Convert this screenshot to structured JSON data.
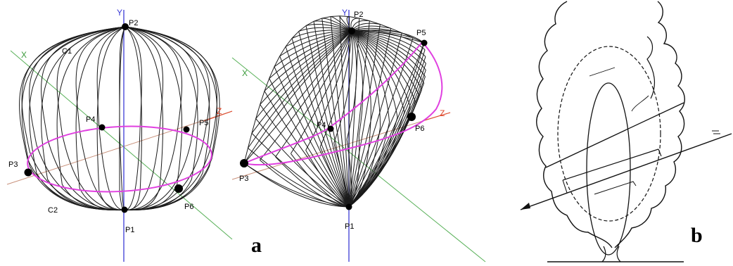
{
  "figure": {
    "panel_a": {
      "label": "a",
      "left_shape": {
        "axes": {
          "y": "Y",
          "x": "X",
          "z": "Z"
        },
        "points": {
          "p1": "P1",
          "p2": "P2",
          "p3": "P3",
          "p4": "P4",
          "p5": "P5",
          "p6": "P6"
        },
        "curves": {
          "c1": "C1",
          "c2": "C2"
        }
      },
      "right_shape": {
        "axes": {
          "y": "Y",
          "x": "X",
          "z": "Z"
        },
        "points": {
          "p1": "P1",
          "p2": "P2",
          "p3": "P3",
          "p4": "P4",
          "p5": "P5",
          "p6": "P6"
        }
      }
    },
    "panel_b": {
      "label": "b"
    },
    "colors": {
      "mesh": "#1a1a1a",
      "y_axis": "#4a4ad8",
      "x_axis": "#58b058",
      "z_axis": "#e0472a",
      "section_curve": "#e040e0"
    }
  }
}
